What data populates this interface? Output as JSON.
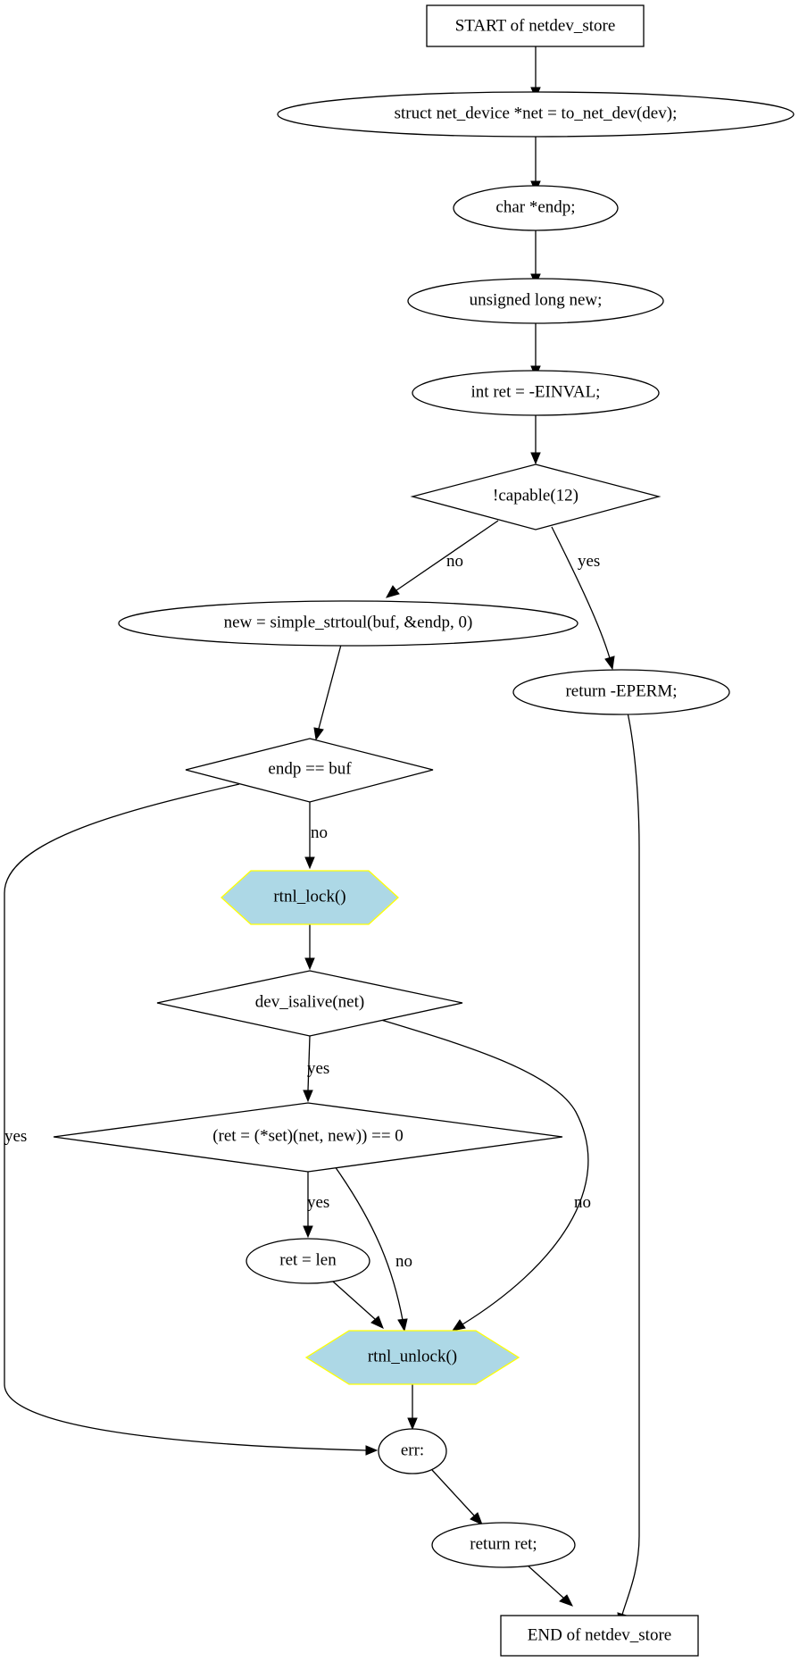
{
  "colors": {
    "hex_fill": "#add8e6",
    "hex_stroke": "#ffff00",
    "line": "#000000",
    "background": "#ffffff"
  },
  "nodes": {
    "start": "START of netdev_store",
    "decl_net": "struct net_device *net = to_net_dev(dev);",
    "decl_endp": "char *endp;",
    "decl_new": "unsigned long new;",
    "decl_ret": "int ret = -EINVAL;",
    "cond_capable": "!capable(12)",
    "assign_new": "new = simple_strtoul(buf, &endp, 0)",
    "return_eperm": "return -EPERM;",
    "cond_endp": "endp == buf",
    "rtnl_lock": "rtnl_lock()",
    "cond_isalive": "dev_isalive(net)",
    "cond_set": "(ret = (*set)(net, new)) == 0",
    "assign_ret": "ret = len",
    "rtnl_unlock": "rtnl_unlock()",
    "label_err": "err:",
    "return_ret": "return ret;",
    "end": "END of netdev_store"
  },
  "edge_labels": {
    "capable_no": "no",
    "capable_yes": "yes",
    "endp_no": "no",
    "endp_yes": "yes",
    "isalive_yes": "yes",
    "isalive_no": "no",
    "set_yes": "yes",
    "set_no": "no"
  }
}
